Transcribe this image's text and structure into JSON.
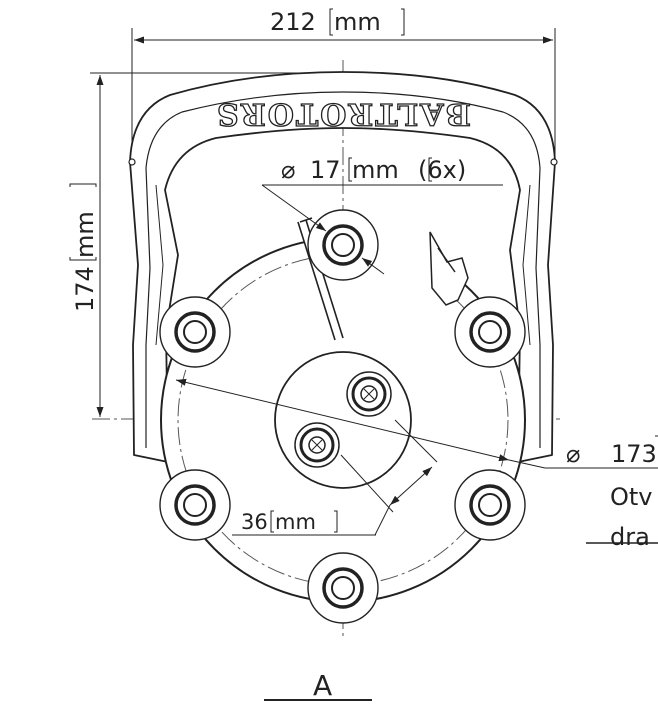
{
  "brand": "BALTROTORS",
  "dims": {
    "width_value": "212",
    "width_unit": "mm",
    "height_value": "174",
    "height_unit": "mm",
    "hole_symbol": "⌀",
    "hole_value": "17",
    "hole_unit": "mm",
    "hole_count": "(6x)",
    "shaft_value": "36",
    "shaft_unit": "mm",
    "circle_symbol": "⌀",
    "circle_value": "173",
    "note_line1": "Otv",
    "note_line2": "dra"
  },
  "view_label": "A"
}
